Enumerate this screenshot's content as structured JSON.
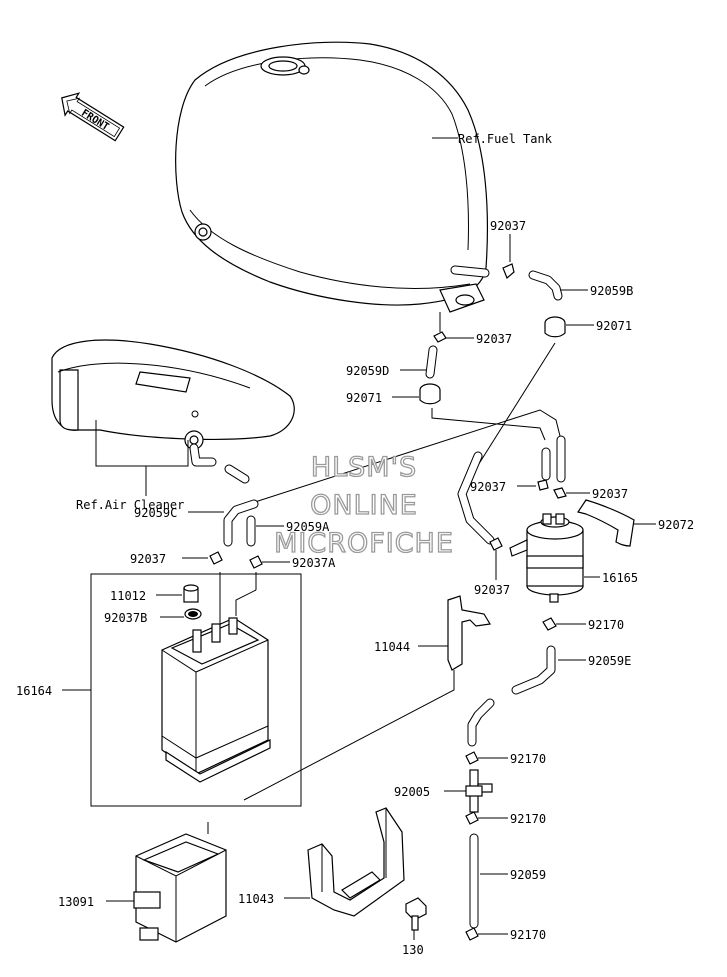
{
  "watermark": [
    "HLSM'S",
    "ONLINE",
    "MICROFICHE"
  ],
  "direction": "FRONT",
  "refs": {
    "fuel_tank": "Ref.Fuel Tank",
    "air_cleaner": "Ref.Air Cleaner"
  },
  "parts": {
    "p92037_a": "92037",
    "p92059B": "92059B",
    "p92037_b": "92037",
    "p92071_a": "92071",
    "p92059D": "92059D",
    "p92071_b": "92071",
    "p92037_c": "92037",
    "p92037_d": "92037",
    "p92059C": "92059C",
    "p92059A": "92059A",
    "p92072": "92072",
    "p92037_e": "92037",
    "p92037A": "92037A",
    "p92037_f": "92037",
    "p16165": "16165",
    "p11012": "11012",
    "p92037B": "92037B",
    "p92170_a": "92170",
    "p11044": "11044",
    "p92059E": "92059E",
    "p16164": "16164",
    "p92170_b": "92170",
    "p92005": "92005",
    "p92170_c": "92170",
    "p92059": "92059",
    "p13091": "13091",
    "p11043": "11043",
    "p92170_d": "92170",
    "p130": "130"
  }
}
